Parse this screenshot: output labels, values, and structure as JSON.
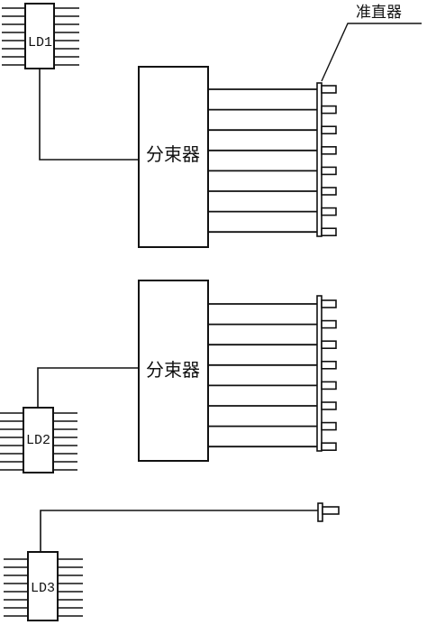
{
  "labels": {
    "collimator": "准直器",
    "splitter_top": "分束器",
    "splitter_middle": "分束器",
    "ld1": "LD1",
    "ld2": "LD2",
    "ld3": "LD3"
  },
  "counts": {
    "fibers_per_splitter": 8,
    "ld_pins_per_side": 8
  }
}
